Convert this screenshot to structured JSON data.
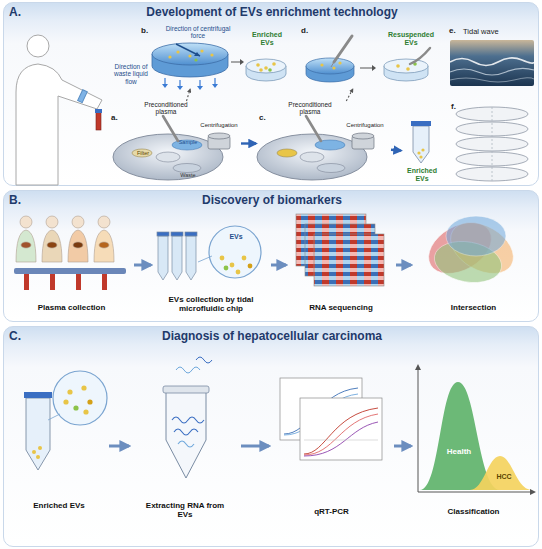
{
  "diagram": {
    "nodes": [
      {
        "text": [
          "A.",
          "Development of EVs enrichment technology"
        ]
      },
      {
        "text": [
          "b.",
          "Direction of centrifugal force",
          "Direction of waste liquid flow",
          "Enriched EVs"
        ],
        "in": 0
      },
      {
        "text": [
          "d.",
          "Resuspended EVs"
        ],
        "in": 0
      },
      {
        "text": [
          "e.",
          "Tidal wave"
        ],
        "in": 0
      },
      {
        "text": [
          "a.",
          "Preconditioned plasma",
          "Sample",
          "Filter",
          "Waste",
          "Centrifugation"
        ],
        "in": 0
      },
      {
        "text": [
          "c.",
          "Preconditioned plasma",
          "Centrifugation"
        ],
        "in": 0
      },
      {
        "text": [
          "Enriched EVs"
        ],
        "in": 0
      },
      {
        "text": [
          "f."
        ],
        "in": 0
      },
      {
        "text": [
          "B.",
          "Discovery of biomarkers"
        ]
      },
      {
        "text": [
          "Plasma collection"
        ],
        "in": 8
      },
      {
        "text": [
          "EVs",
          "EVs collection by tidal microfluidic chip"
        ],
        "in": 8
      },
      {
        "text": [
          "RNA sequencing"
        ],
        "in": 8
      },
      {
        "text": [
          "Intersection"
        ],
        "in": 8
      },
      {
        "text": [
          "C.",
          "Diagnosis of hepatocellular carcinoma"
        ]
      },
      {
        "text": [
          "Enriched EVs"
        ],
        "in": 13
      },
      {
        "text": [
          "Extracting RNA from EVs"
        ],
        "in": 13
      },
      {
        "text": [
          "qRT-PCR"
        ],
        "in": 13
      },
      {
        "text": [
          "Health",
          "HCC",
          "Classification"
        ],
        "in": 13
      }
    ],
    "edges": [
      {
        "from": 4,
        "to": 5,
        "arrow": "to"
      },
      {
        "from": 5,
        "to": 6,
        "arrow": "to"
      },
      {
        "from": 4,
        "to": 1,
        "arrow": "to"
      },
      {
        "from": 5,
        "to": 2,
        "arrow": "to"
      },
      {
        "from": 9,
        "to": 10,
        "arrow": "to"
      },
      {
        "from": 10,
        "to": 11,
        "arrow": "to"
      },
      {
        "from": 11,
        "to": 12,
        "arrow": "to"
      },
      {
        "from": 14,
        "to": 15,
        "arrow": "to"
      },
      {
        "from": 15,
        "to": 16,
        "arrow": "to"
      },
      {
        "from": 16,
        "to": 17,
        "arrow": "to"
      }
    ]
  }
}
